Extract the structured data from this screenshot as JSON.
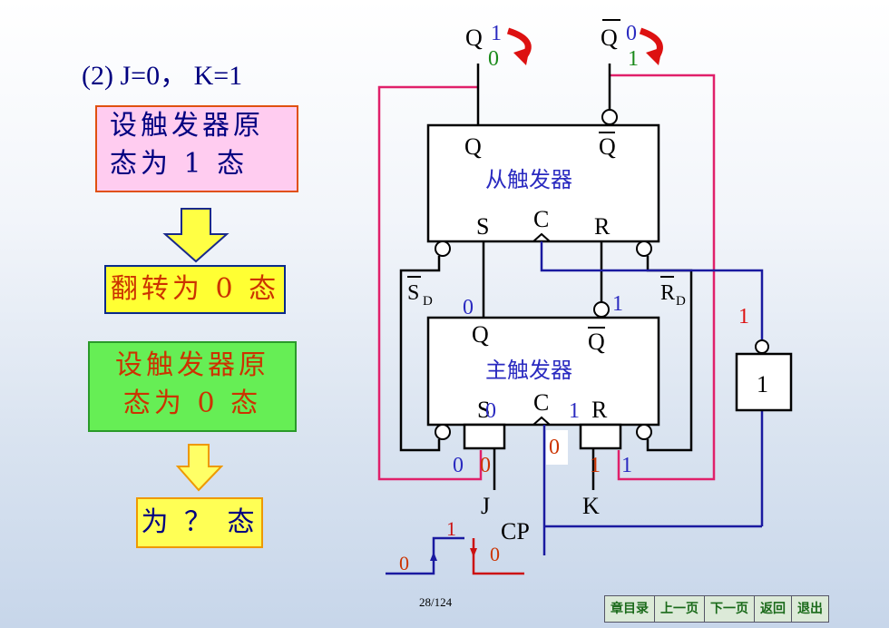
{
  "title": "(2) J=0， K=1",
  "steps": {
    "box1": [
      "设触发器原",
      "态为 1 态"
    ],
    "box2": "翻转为 0 态",
    "box3": [
      "设触发器原",
      "态为 0 态"
    ],
    "box4": "为 ？ 态"
  },
  "circuit": {
    "slave_name": "从触发器",
    "master_name": "主触发器",
    "Q": "Q",
    "Qbar": "Q",
    "S": "S",
    "C": "C",
    "R": "R",
    "SD": "S",
    "SD_sub": "D",
    "RD": "R",
    "RD_sub": "D",
    "J": "J",
    "K": "K",
    "CP": "CP",
    "inverter": "1",
    "out_Q_old": "1",
    "out_Q_new": "0",
    "out_Qbar_old": "0",
    "out_Qbar_new": "1",
    "master_Q_val": "0",
    "master_Qbar_val": "1",
    "master_S_val": "0",
    "master_R_val": "1",
    "master_C_val": "0",
    "and_S_in1": "0",
    "and_S_in2": "0",
    "and_R_in1": "1",
    "and_R_in2": "1",
    "inverter_in_val": "1",
    "cp_high": "1",
    "cp_low_left": "0",
    "cp_low_right": "0"
  },
  "footer": {
    "page": "28/124",
    "nav": [
      "章目录",
      "上一页",
      "下一页",
      "返回",
      "退出"
    ]
  }
}
